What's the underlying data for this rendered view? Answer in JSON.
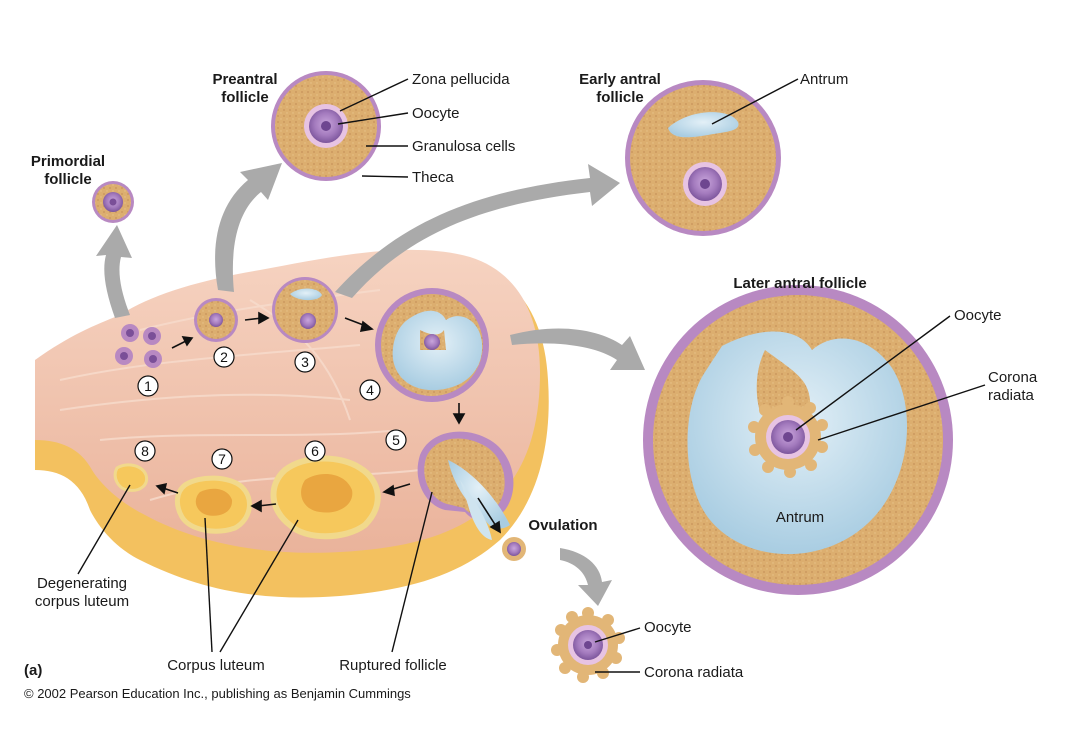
{
  "labels": {
    "preantral": [
      "Preantral",
      "follicle"
    ],
    "primordial": [
      "Primordial",
      "follicle"
    ],
    "early_antral": [
      "Early antral",
      "follicle"
    ],
    "later_antral": "Later antral follicle",
    "zona_pellucida": "Zona pellucida",
    "oocyte_preantral": "Oocyte",
    "granulosa": "Granulosa cells",
    "theca": "Theca",
    "antrum_early": "Antrum",
    "oocyte_later": "Oocyte",
    "corona_later": [
      "Corona",
      "radiata"
    ],
    "antrum_later": "Antrum",
    "ovulation": "Ovulation",
    "oocyte_ovulated": "Oocyte",
    "corona_ovulated": "Corona radiata",
    "degenerating": [
      "Degenerating",
      "corpus luteum"
    ],
    "corpus_luteum": "Corpus luteum",
    "ruptured": "Ruptured follicle",
    "panel": "(a)",
    "copyright": "© 2002 Pearson Education Inc., publishing as Benjamin Cummings"
  },
  "stages": [
    "1",
    "2",
    "3",
    "4",
    "5",
    "6",
    "7",
    "8"
  ],
  "colors": {
    "ovary": "#f2c6b0",
    "ovary_edge": "#f6c15a",
    "granulosa": "#d9aa6b",
    "theca": "#b889c2",
    "antrum": "#bfdbea",
    "oocyte": "#a77bbf",
    "corpus": "#f6c85c",
    "arrow": "#a9a9a9"
  }
}
